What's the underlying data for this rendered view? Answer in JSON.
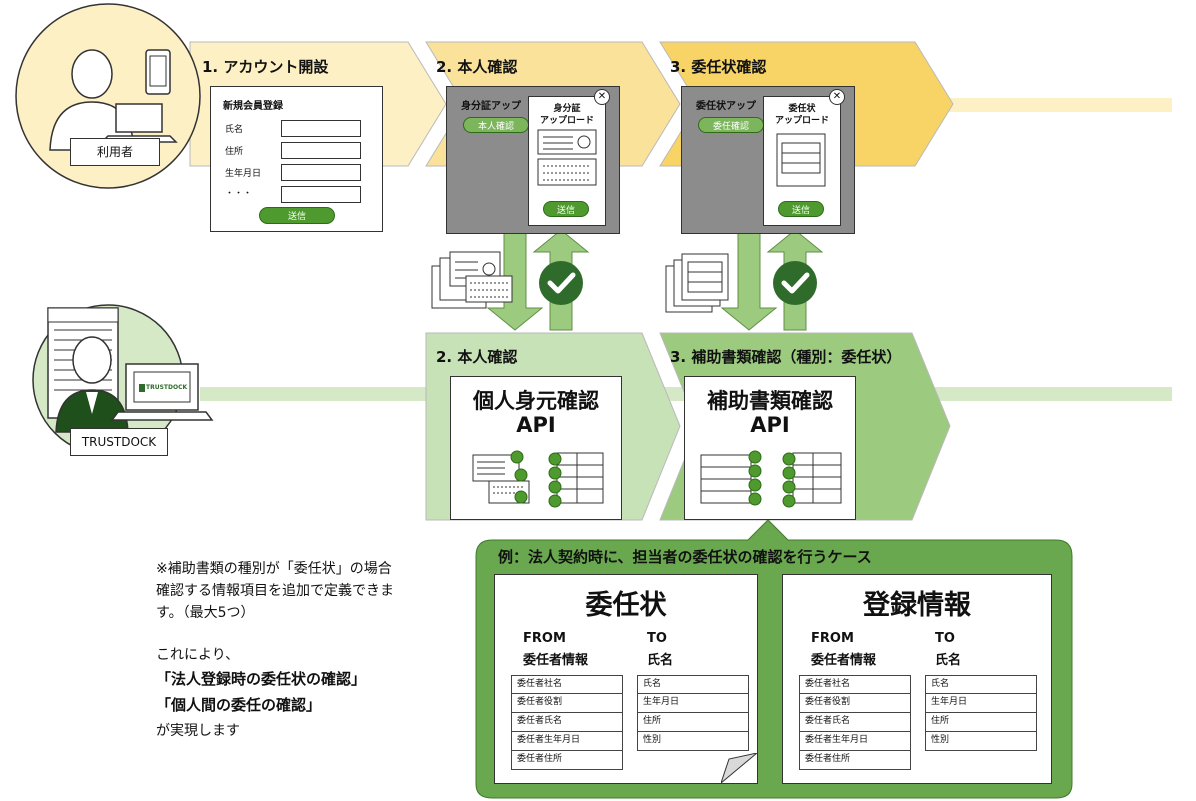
{
  "user_label": "利用者",
  "trustdock_label": "TRUSTDOCK",
  "trustdock_screen_logo": "TRUSTDOCK",
  "steps_top": [
    {
      "title": "1. アカウント開設"
    },
    {
      "title": "2. 本人確認"
    },
    {
      "title": "3. 委任状確認"
    }
  ],
  "signup_form": {
    "title": "新規会員登録",
    "fields": [
      "氏名",
      "住所",
      "生年月日",
      "・・・"
    ],
    "submit": "送信"
  },
  "id_upload": {
    "back_title": "身分証アップ",
    "back_pill": "本人確認",
    "popup_title_1": "身分証",
    "popup_title_2": "アップロード",
    "submit": "送信"
  },
  "poa_upload": {
    "back_title": "委任状アップ",
    "back_pill": "委任確認",
    "popup_title_1": "委任状",
    "popup_title_2": "アップロード",
    "submit": "送信"
  },
  "steps_bottom": [
    {
      "title": "2. 本人確認",
      "api_line1": "個人身元確認",
      "api_line2": "API"
    },
    {
      "title": "3. 補助書類確認（種別：委任状）",
      "api_line1": "補助書類確認",
      "api_line2": "API"
    }
  ],
  "example": {
    "title": "例：法人契約時に、担当者の委任状の確認を行うケース",
    "cards": [
      {
        "title": "委任状",
        "from_1": "FROM",
        "from_2": "委任者情報",
        "to_1": "TO",
        "to_2": "氏名",
        "from_rows": [
          "委任者社名",
          "委任者役割",
          "委任者氏名",
          "委任者生年月日",
          "委任者住所"
        ],
        "to_rows": [
          "氏名",
          "生年月日",
          "住所",
          "性別"
        ]
      },
      {
        "title": "登録情報",
        "from_1": "FROM",
        "from_2": "委任者情報",
        "to_1": "TO",
        "to_2": "氏名",
        "from_rows": [
          "委任者社名",
          "委任者役割",
          "委任者氏名",
          "委任者生年月日",
          "委任者住所"
        ],
        "to_rows": [
          "氏名",
          "生年月日",
          "住所",
          "性別"
        ]
      }
    ]
  },
  "note": {
    "line1": "※補助書類の種別が「委任状」の場合",
    "line2": "確認する情報項目を追加で定義できま",
    "line3": "す。（最大5つ）",
    "line4": "これにより、",
    "line5": "「法人登録時の委任状の確認」",
    "line6": "「個人間の委任の確認」",
    "line7": "が実現します"
  },
  "colors": {
    "arrow_yellow_1": "#fdf0c4",
    "arrow_yellow_2": "#fbe29a",
    "arrow_yellow_3": "#f8d466",
    "arrow_green_1": "#c7e2b6",
    "arrow_green_2": "#9ccb7f",
    "green_dark": "#2f6b2a",
    "green_button": "#4e9a2e",
    "example_bg": "#6aa84f",
    "circle_user": "#fdf0c4",
    "circle_trustdock": "#d5e9c7"
  }
}
